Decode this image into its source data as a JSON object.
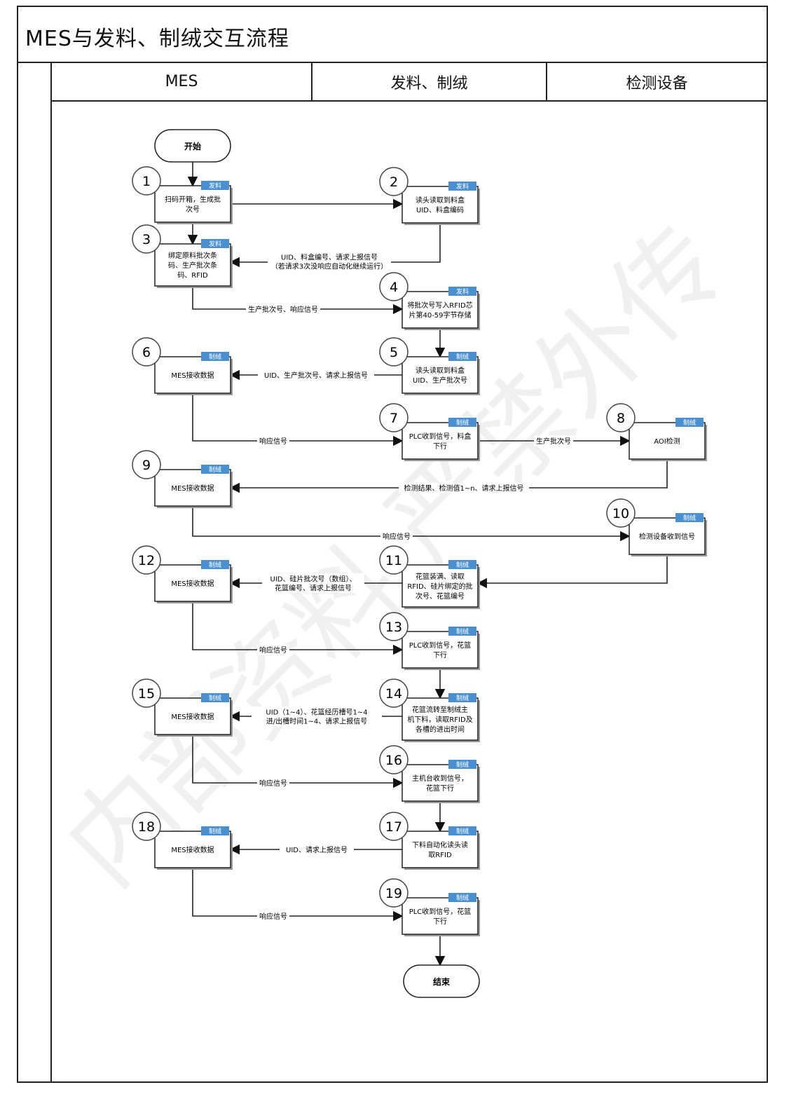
{
  "title": "MES与发料、制绒交互流程",
  "lanes": [
    "MES",
    "发料、制绒",
    "检测设备"
  ],
  "watermark": "内部资料 严禁外传",
  "terminals": {
    "start": "开始",
    "end": "结束"
  },
  "colors": {
    "tag": "#4a90d0",
    "line": "#222222"
  },
  "steps": [
    {
      "id": "s1",
      "num": "1",
      "tag": "发料",
      "lines": [
        "扫码开箱，生成批",
        "次号"
      ]
    },
    {
      "id": "s2",
      "num": "2",
      "tag": "发料",
      "lines": [
        "读头读取到料盒",
        "UID、料盒编码"
      ]
    },
    {
      "id": "s3",
      "num": "3",
      "tag": "发料",
      "lines": [
        "绑定原料批次条",
        "码、生产批次条",
        "码、RFID"
      ]
    },
    {
      "id": "s4",
      "num": "4",
      "tag": "发料",
      "lines": [
        "将批次号写入RFID芯",
        "片第40-59字节存储"
      ]
    },
    {
      "id": "s5",
      "num": "5",
      "tag": "制绒",
      "lines": [
        "读头读取到料盒",
        "UID、生产批次号"
      ]
    },
    {
      "id": "s6",
      "num": "6",
      "tag": "制绒",
      "lines": [
        "MES接收数据"
      ]
    },
    {
      "id": "s7",
      "num": "7",
      "tag": "制绒",
      "lines": [
        "PLC收到信号，料盒",
        "下行"
      ]
    },
    {
      "id": "s8",
      "num": "8",
      "tag": "制绒",
      "lines": [
        "AOI检测"
      ]
    },
    {
      "id": "s9",
      "num": "9",
      "tag": "制绒",
      "lines": [
        "MES接收数据"
      ]
    },
    {
      "id": "s10",
      "num": "10",
      "tag": "制绒",
      "lines": [
        "检测设备收到信号"
      ]
    },
    {
      "id": "s11",
      "num": "11",
      "tag": "制绒",
      "lines": [
        "花篮装满、读取",
        "RFID、硅片绑定的批",
        "次号、花篮编号"
      ]
    },
    {
      "id": "s12",
      "num": "12",
      "tag": "制绒",
      "lines": [
        "MES接收数据"
      ]
    },
    {
      "id": "s13",
      "num": "13",
      "tag": "制绒",
      "lines": [
        "PLC收到信号，花篮",
        "下行"
      ]
    },
    {
      "id": "s14",
      "num": "14",
      "tag": "制绒",
      "lines": [
        "花篮流转至制绒主",
        "机下料，读取RFID及",
        "各槽的进出时间"
      ]
    },
    {
      "id": "s15",
      "num": "15",
      "tag": "制绒",
      "lines": [
        "MES接收数据"
      ]
    },
    {
      "id": "s16",
      "num": "16",
      "tag": "制绒",
      "lines": [
        "主机台收到信号，",
        "花篮下行"
      ]
    },
    {
      "id": "s17",
      "num": "17",
      "tag": "制绒",
      "lines": [
        "下料自动化读头读",
        "取RFID"
      ]
    },
    {
      "id": "s18",
      "num": "18",
      "tag": "制绒",
      "lines": [
        "MES接收数据"
      ]
    },
    {
      "id": "s19",
      "num": "19",
      "tag": "制绒",
      "lines": [
        "PLC收到信号，花篮",
        "下行"
      ]
    }
  ],
  "connectors": [
    {
      "id": "c2to3",
      "lines": [
        "UID、料盒编号、请求上报信号",
        "（若请求3次没响应自动化继续运行）"
      ]
    },
    {
      "id": "c3to4",
      "lines": [
        "生产批次号、响应信号"
      ]
    },
    {
      "id": "c5to6",
      "lines": [
        "UID、生产批次号、请求上报信号"
      ]
    },
    {
      "id": "c6to7",
      "lines": [
        "响应信号"
      ]
    },
    {
      "id": "c7to8",
      "lines": [
        "生产批次号"
      ]
    },
    {
      "id": "c8to9",
      "lines": [
        "检测结果、检测值1~n、请求上报信号"
      ]
    },
    {
      "id": "c9to10",
      "lines": [
        "响应信号"
      ]
    },
    {
      "id": "c11to12",
      "lines": [
        "UID、硅片批次号（数组）、",
        "花篮编号、请求上报信号"
      ]
    },
    {
      "id": "c12to13",
      "lines": [
        "响应信号"
      ]
    },
    {
      "id": "c14to15",
      "lines": [
        "UID（1~4）、花篮经历槽号1~4",
        "进/出槽时间1~4、请求上报信号"
      ]
    },
    {
      "id": "c15to16",
      "lines": [
        "响应信号"
      ]
    },
    {
      "id": "c17to18",
      "lines": [
        "UID、请求上报信号"
      ]
    },
    {
      "id": "c18to19",
      "lines": [
        "响应信号"
      ]
    }
  ]
}
